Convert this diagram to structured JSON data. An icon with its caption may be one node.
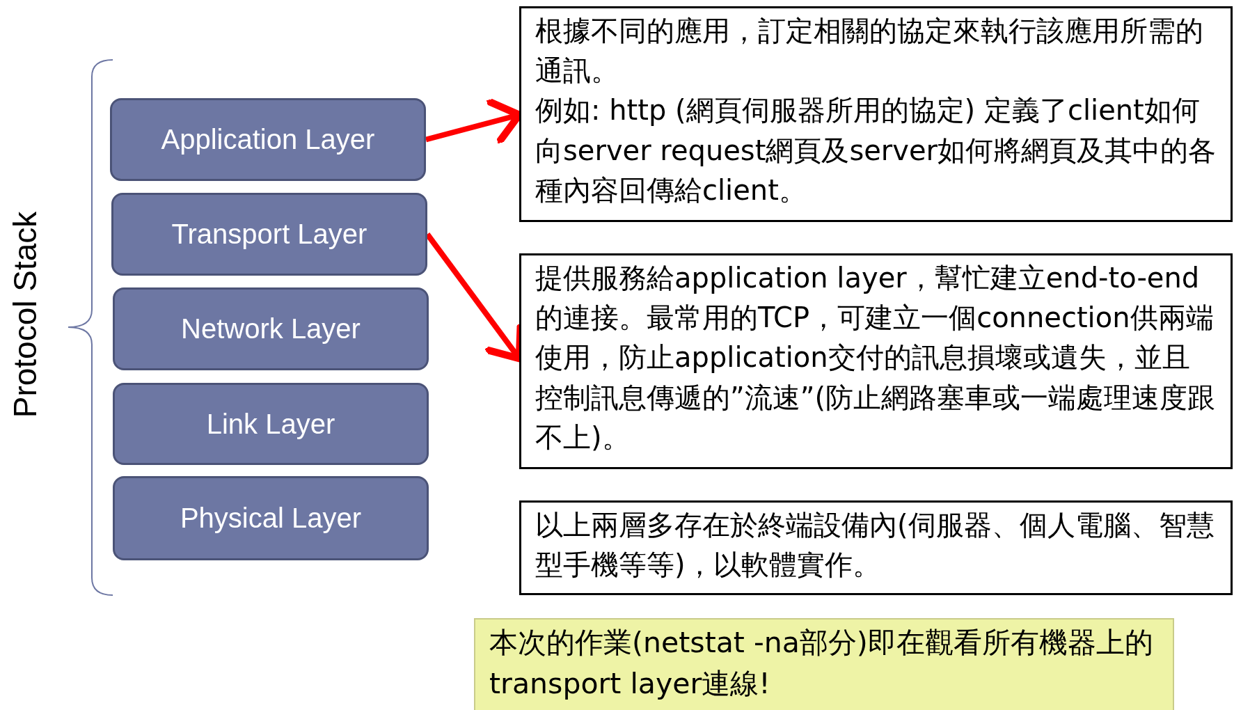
{
  "diagram": {
    "nodes": [
      {
        "text": [
          "Application Layer"
        ]
      },
      {
        "text": [
          "Transport Layer"
        ]
      },
      {
        "text": [
          "Network Layer"
        ]
      },
      {
        "text": [
          "Link Layer"
        ]
      },
      {
        "text": [
          "Physical Layer"
        ]
      },
      {
        "text": [
          "根據不同的應用，訂定相關的協定來執行該應用所需的通訊。",
          "例如: http (網頁伺服器所用的協定) 定義了client如何向server request網頁及server如何將網頁及其中的各種內容回傳給client。"
        ]
      },
      {
        "text": [
          "提供服務給application layer，幫忙建立end-to-end的連接。最常用的TCP，可建立一個connection供兩端使用，防止application交付的訊息損壞或遺失，並且控制訊息傳遞的”流速”(防止網路塞車或一端處理速度跟不上)。"
        ]
      },
      {
        "text": [
          "以上兩層多存在於終端設備內(伺服器、個人電腦、智慧型手機等等)，以軟體實作。"
        ]
      },
      {
        "text": [
          "本次的作業(netstat -na部分)即在觀看所有機器上的transport layer連線!"
        ]
      }
    ],
    "edges": [
      {
        "from": 0,
        "to": 5,
        "arrow": "to"
      },
      {
        "from": 1,
        "to": 6,
        "arrow": "to"
      }
    ],
    "labels": [
      "Protocol Stack"
    ]
  }
}
